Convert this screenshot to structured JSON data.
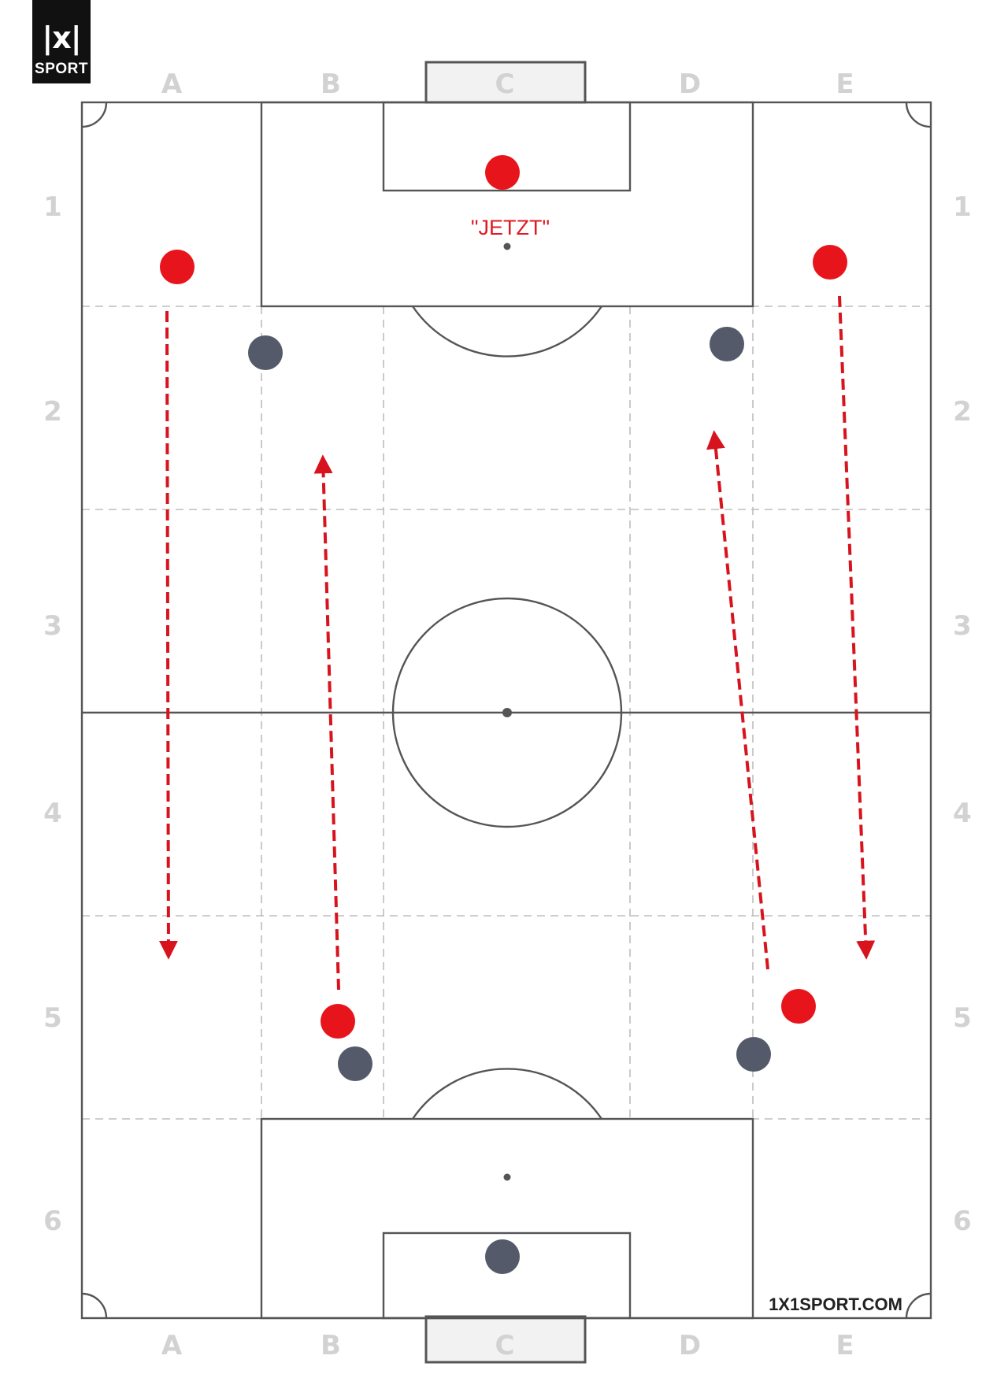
{
  "logo": {
    "mark": "|x|",
    "word": "SPORT"
  },
  "columns": [
    "A",
    "B",
    "C",
    "D",
    "E"
  ],
  "rows": [
    "1",
    "2",
    "3",
    "4",
    "5",
    "6"
  ],
  "callout": "\"JETZT\"",
  "website": "1X1SPORT.COM",
  "colors": {
    "team_red": "#e8141c",
    "team_grey": "#555a6a",
    "lines": "#555555",
    "grid": "#bdbdbd",
    "arrows": "#d7141e"
  }
}
